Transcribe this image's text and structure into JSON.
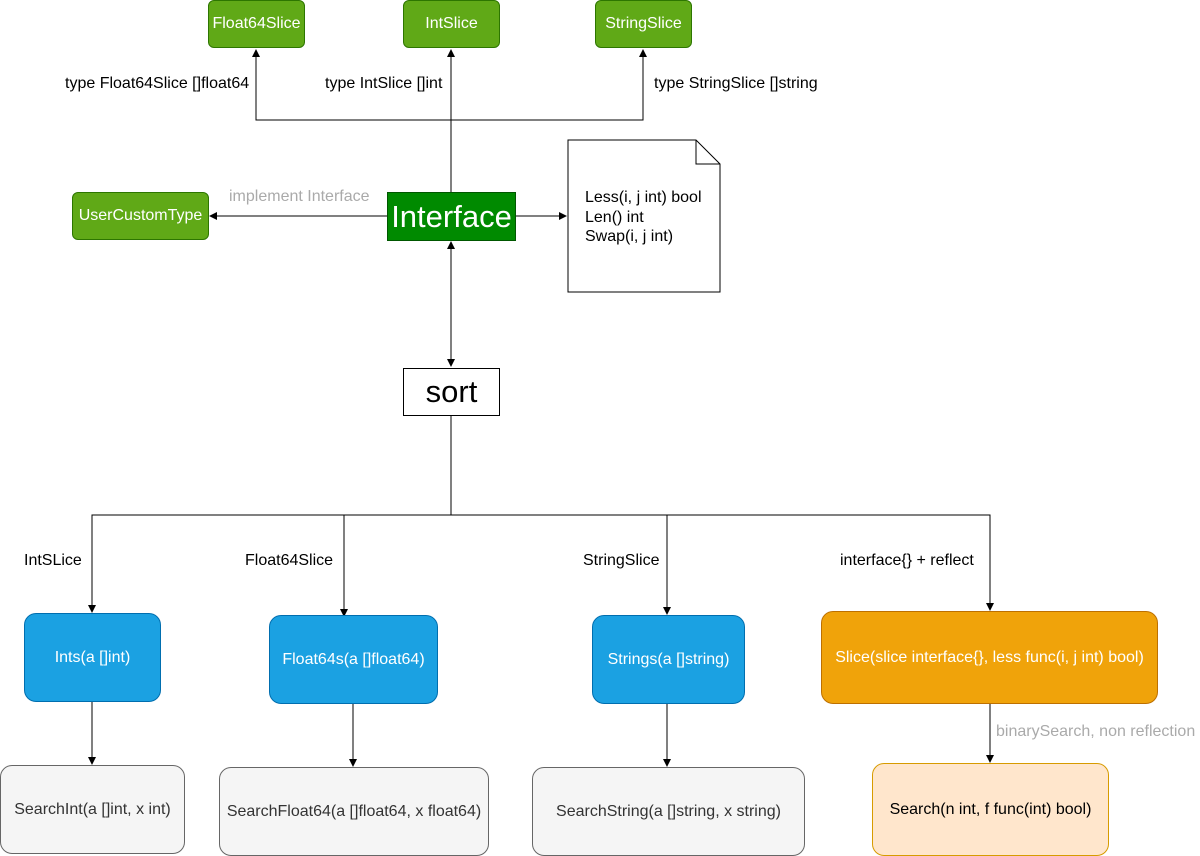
{
  "nodes": {
    "float64slice_type": "Float64Slice",
    "intslice_type": "IntSlice",
    "stringslice_type": "StringSlice",
    "user_custom_type": "UserCustomType",
    "interface": "Interface",
    "sort": "sort",
    "ints": "Ints(a []int)",
    "float64s": "Float64s(a []float64)",
    "strings": "Strings(a []string)",
    "slice": "Slice(slice interface{}, less func(i, j int) bool)",
    "search_int": "SearchInt(a []int, x int)",
    "search_float64": "SearchFloat64(a []float64, x float64)",
    "search_string": "SearchString(a []string, x string)",
    "search": "Search(n int, f func(int) bool)"
  },
  "note": {
    "lines": [
      "Less(i, j int) bool",
      "Len() int",
      "Swap(i, j int)"
    ]
  },
  "edge_labels": {
    "float64slice_def": "type Float64Slice []float64",
    "intslice_def": "type IntSlice []int",
    "stringslice_def": "type StringSlice []string",
    "implement": "implement Interface",
    "intslice_branch": "IntSLice",
    "float64slice_branch": "Float64Slice",
    "stringslice_branch": "StringSlice",
    "reflect_branch": "interface{} + reflect",
    "binary_search": "binarySearch, non reflection"
  }
}
